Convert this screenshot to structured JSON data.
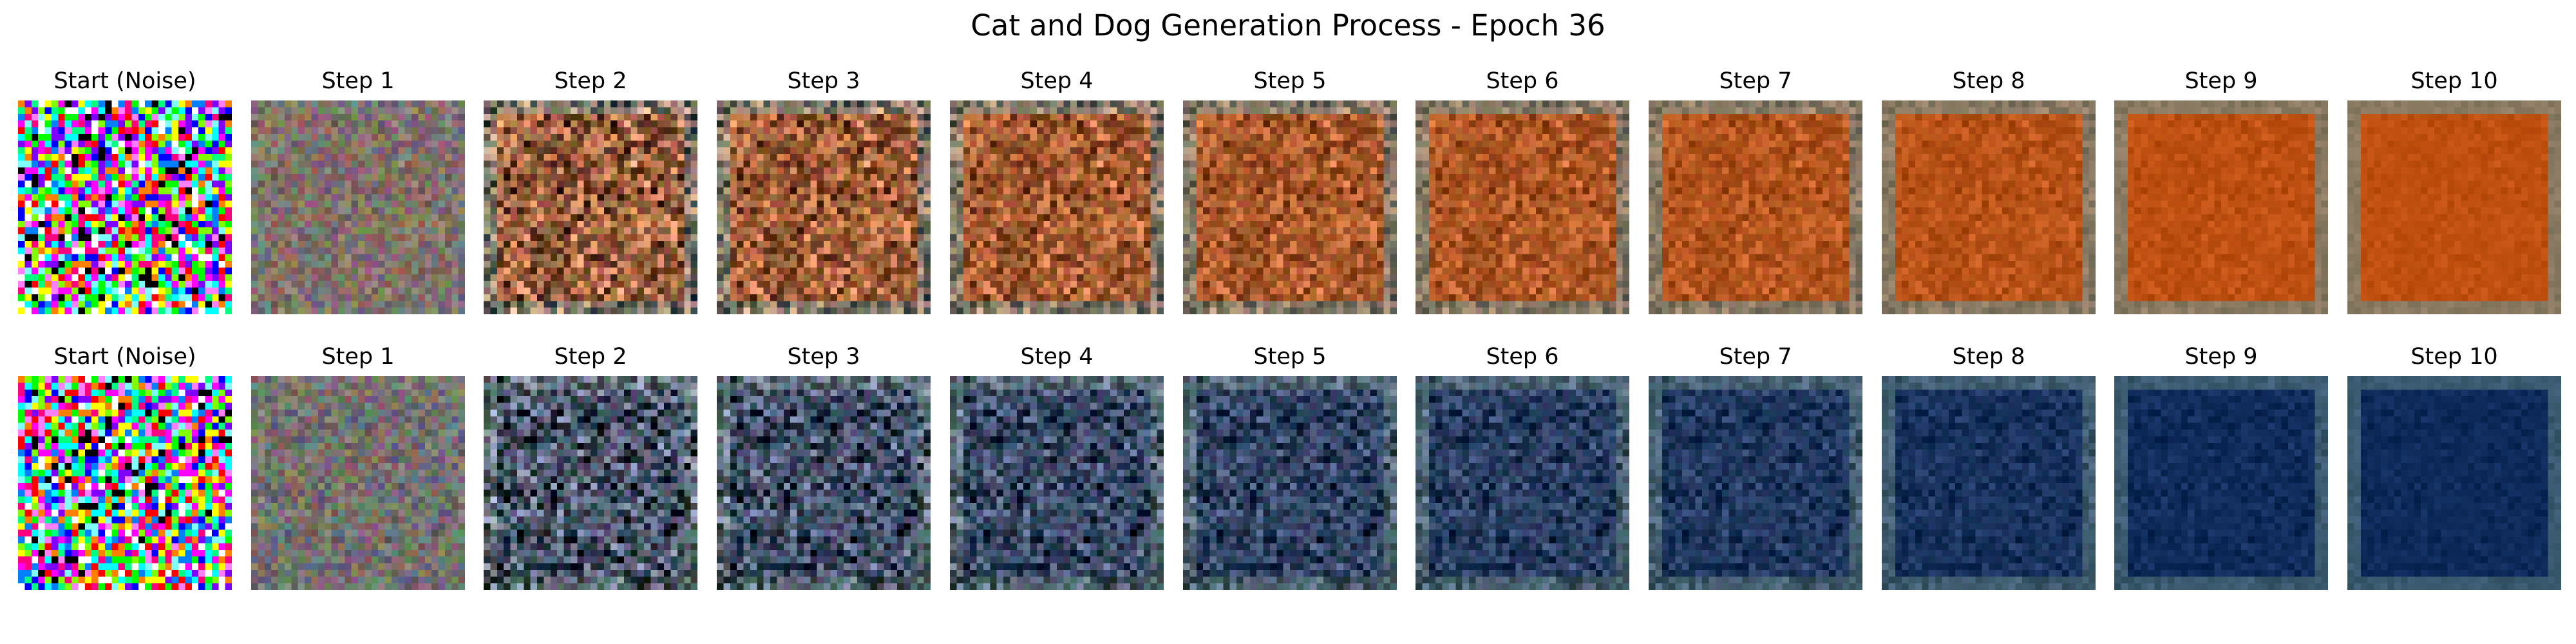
{
  "figure": {
    "title": "Cat and Dog Generation Process - Epoch 36"
  },
  "rows": [
    {
      "id": "cat",
      "base_color": "#c05010",
      "frame_color": "#8a7a62",
      "steps": [
        {
          "label": "Start (Noise)"
        },
        {
          "label": "Step 1"
        },
        {
          "label": "Step 2"
        },
        {
          "label": "Step 3"
        },
        {
          "label": "Step 4"
        },
        {
          "label": "Step 5"
        },
        {
          "label": "Step 6"
        },
        {
          "label": "Step 7"
        },
        {
          "label": "Step 8"
        },
        {
          "label": "Step 9"
        },
        {
          "label": "Step 10"
        }
      ]
    },
    {
      "id": "dog",
      "base_color": "#0d2a5a",
      "frame_color": "#3a5a70",
      "steps": [
        {
          "label": "Start (Noise)"
        },
        {
          "label": "Step 1"
        },
        {
          "label": "Step 2"
        },
        {
          "label": "Step 3"
        },
        {
          "label": "Step 4"
        },
        {
          "label": "Step 5"
        },
        {
          "label": "Step 6"
        },
        {
          "label": "Step 7"
        },
        {
          "label": "Step 8"
        },
        {
          "label": "Step 9"
        },
        {
          "label": "Step 10"
        }
      ]
    }
  ]
}
